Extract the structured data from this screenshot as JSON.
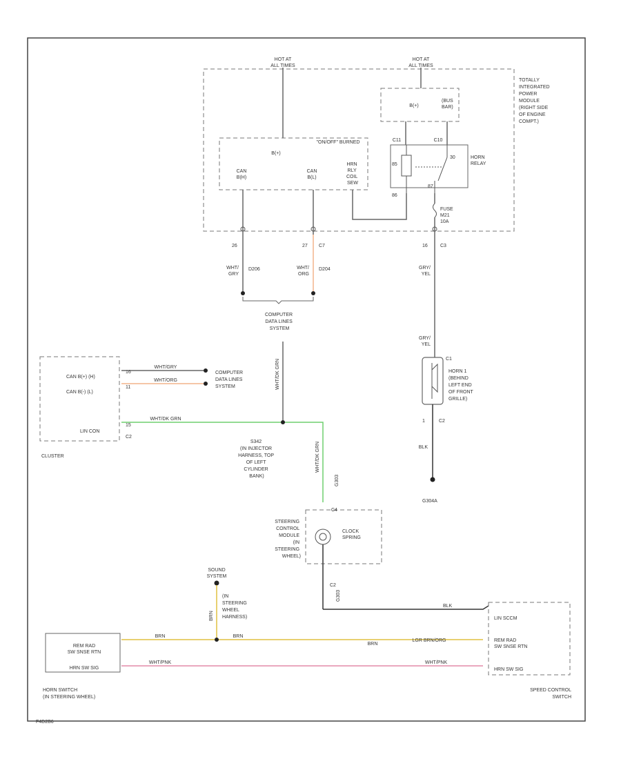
{
  "colors": {
    "wire_default": "#666666",
    "wire_dark": "#333333",
    "wire_orange": "#f2b48a",
    "wire_green": "#6fcf6f",
    "wire_yellow": "#e0c040",
    "wire_pink": "#e48aa8"
  },
  "tipm": {
    "hot_left": [
      "HOT AT",
      "ALL TIMES"
    ],
    "hot_right": [
      "HOT AT",
      "ALL TIMES"
    ],
    "name": [
      "TOTALLY",
      "INTEGRATED",
      "POWER",
      "MODULE",
      "(RIGHT SIDE",
      "OF ENGINE",
      "COMPT.)"
    ],
    "bus_box": "B(+)",
    "bus_label": [
      "(BUS",
      "BAR)"
    ],
    "can_box": "B(+)",
    "can_box_title": "\"ON/OFF\" BURNED",
    "can_h": [
      "CAN",
      "B(H)"
    ],
    "can_l": [
      "CAN",
      "B(L)"
    ],
    "horn_relay_coil": [
      "HRN",
      "RLY",
      "COIL",
      "SEW"
    ],
    "horn_relay": [
      "HORN",
      "RELAY"
    ],
    "fuse": [
      "FUSE",
      "M21",
      "10A"
    ],
    "pin_85": "85",
    "pin_86": "86",
    "pin_87": "87",
    "pin_30": "30",
    "relay_top_l": "C11",
    "relay_top_r": "C10"
  },
  "wires": {
    "can_h_pin": "26",
    "can_l_pin": "27",
    "can_l_pin2": "C7",
    "can_h_color": [
      "WHT/",
      "GRY"
    ],
    "can_l_color": [
      "WHT/",
      "ORG"
    ],
    "can_splice_h": "D206",
    "can_splice_l": "D204",
    "horn_pin": "16",
    "horn_conn": "C3",
    "horn_color_top": [
      "GRY/",
      "YEL"
    ],
    "horn_color_mid": [
      "GRY/",
      "YEL"
    ],
    "data_lines": [
      "COMPUTER",
      "DATA LINES",
      "SYSTEM"
    ],
    "vertical_data": "WHT/DK GRN",
    "lin_vertical": "WHT/DK GRN",
    "g303": "G303",
    "blk": "BLK",
    "ground": "G304A"
  },
  "cluster": {
    "can_h": "CAN B(+) (H)",
    "can_l": "CAN B(-) (L)",
    "lin": "LIN CON",
    "pin_h": "16",
    "pin_l": "11",
    "pin_lin": "15",
    "conn": "C2",
    "wire_h": "WHT/GRY",
    "wire_l": "WHT/ORG",
    "wire_lin": "WHT/DK GRN",
    "label": "CLUSTER",
    "system": [
      "COMPUTER",
      "DATA LINES",
      "SYSTEM"
    ]
  },
  "splice": {
    "label": [
      "S342",
      "(IN INJECTOR",
      "HARNESS, TOP",
      "OF LEFT",
      "CYLINDER",
      "BANK)"
    ]
  },
  "horn": {
    "label": [
      "HORN 1",
      "(BEHIND",
      "LEFT END",
      "OF FRONT",
      "GRILLE)"
    ],
    "pin_top": "C1",
    "pin_bot": "1",
    "conn_bot": "C2",
    "wire_bot": "BLK",
    "ground": "G304A"
  },
  "scm": {
    "label": [
      "STEERING",
      "CONTROL",
      "MODULE",
      "(IN",
      "STEERING",
      "WHEEL)"
    ],
    "clock": [
      "CLOCK",
      "SPRING"
    ],
    "pin_top": "C4",
    "pin_bot": "C2",
    "g303": "G303"
  },
  "sound": {
    "label": [
      "SOUND",
      "SYSTEM"
    ],
    "harness": [
      "(IN",
      "STEERING",
      "WHEEL",
      "HARNESS)"
    ]
  },
  "horn_switch": {
    "rtn": [
      "REM RAD",
      "SW SNSE RTN"
    ],
    "sw": "HRN SW SIG",
    "label": [
      "HORN SWITCH",
      "(IN STEERING WHEEL)"
    ],
    "wire_top": "BRN",
    "wire_top2": "BRN",
    "wire_top3": "BRN",
    "wire_right": "LGR BRN/ORG",
    "wire_bot": "WHT/PNK",
    "wire_bot2": "WHT/PNK"
  },
  "speed": {
    "lin": "LIN SCCM",
    "rtn": [
      "REM RAD",
      "SW SNSE RTN"
    ],
    "sw": "HRN SW SIG",
    "label": [
      "SPEED CONTROL",
      "SWITCH"
    ],
    "wire_blk": "BLK"
  },
  "footer": "F4D2B6"
}
